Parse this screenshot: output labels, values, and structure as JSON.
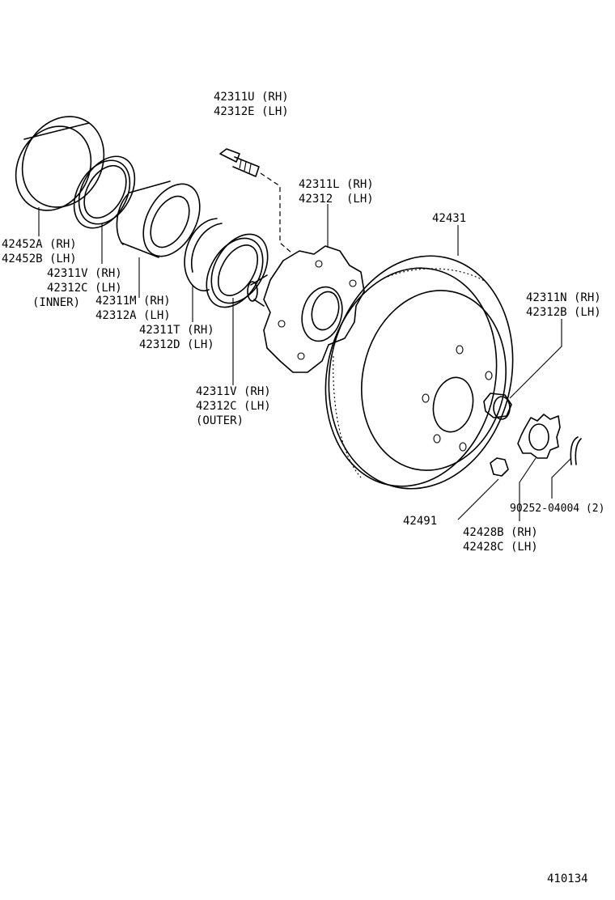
{
  "labels": {
    "hub_bolt": [
      "42311U (RH)",
      "42312E (LH)"
    ],
    "axle_hub": [
      "42311L (RH)",
      "42312  (LH)"
    ],
    "disc": [
      "42431"
    ],
    "bearing_cup": [
      "42452A (RH)",
      "42452B (LH)"
    ],
    "inner_seal": [
      "42311V (RH)",
      "42312C (LH)",
      "(INNER)"
    ],
    "bearing": [
      "42311M (RH)",
      "42312A (LH)"
    ],
    "snap_ring": [
      "42311T (RH)",
      "42312D (LH)"
    ],
    "outer_seal": [
      "42311V (RH)",
      "42312C (LH)",
      "(OUTER)"
    ],
    "hub_nut": [
      "42311N (RH)",
      "42312B (LH)"
    ],
    "plug": [
      "42491"
    ],
    "nut_lock_cap": [
      "42428B (RH)",
      "42428C (LH)"
    ],
    "cotter_pin": [
      "90252-04004 (2)"
    ]
  },
  "figure_number": "410134"
}
